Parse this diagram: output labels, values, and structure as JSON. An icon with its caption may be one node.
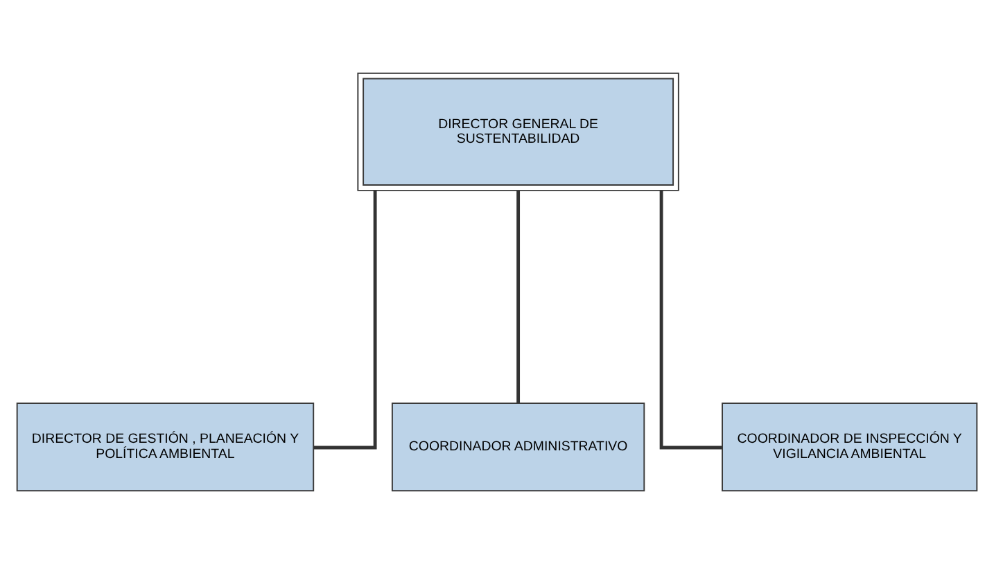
{
  "diagram": {
    "nodes": [
      {
        "text": [
          "DIRECTOR GENERAL DE SUSTENTABILIDAD"
        ]
      },
      {
        "text": [
          "DIRECTOR DE GESTIÓN , PLANEACIÓN Y POLÍTICA AMBIENTAL"
        ]
      },
      {
        "text": [
          "COORDINADOR ADMINISTRATIVO"
        ]
      },
      {
        "text": [
          "COORDINADOR DE INSPECCIÓN Y VIGILANCIA AMBIENTAL"
        ]
      }
    ],
    "edges": [
      {
        "from": 0,
        "to": 1,
        "arrow": "none"
      },
      {
        "from": 0,
        "to": 2,
        "arrow": "none"
      },
      {
        "from": 0,
        "to": 3,
        "arrow": "none"
      }
    ]
  }
}
